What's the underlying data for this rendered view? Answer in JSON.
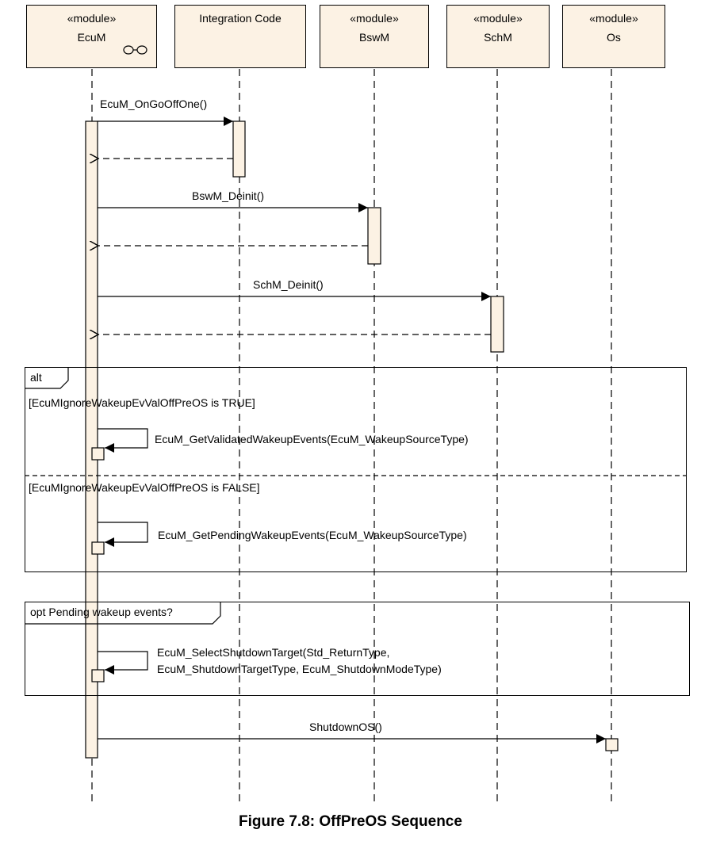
{
  "lifelines": [
    {
      "id": "ecum",
      "stereotype": "«module»",
      "name": "EcuM"
    },
    {
      "id": "integration",
      "stereotype": "",
      "name": "Integration Code"
    },
    {
      "id": "bswm",
      "stereotype": "«module»",
      "name": "BswM"
    },
    {
      "id": "schm",
      "stereotype": "«module»",
      "name": "SchM"
    },
    {
      "id": "os",
      "stereotype": "«module»",
      "name": "Os"
    }
  ],
  "messages": {
    "on_go_off_one": "EcuM_OnGoOffOne()",
    "bswm_deinit": "BswM_Deinit()",
    "schm_deinit": "SchM_Deinit()",
    "get_validated": "EcuM_GetValidatedWakeupEvents(EcuM_WakeupSourceType)",
    "get_pending": "EcuM_GetPendingWakeupEvents(EcuM_WakeupSourceType)",
    "select_shutdown_line1": "EcuM_SelectShutdownTarget(Std_ReturnType,",
    "select_shutdown_line2": "EcuM_ShutdownTargetType, EcuM_ShutdownModeType)",
    "shutdown_os": "ShutdownOS()"
  },
  "fragments": {
    "alt": {
      "label": "alt",
      "guard_true": "[EcuMIgnoreWakeupEvValOffPreOS is TRUE]",
      "guard_false": "[EcuMIgnoreWakeupEvValOffPreOS is FALSE]"
    },
    "opt": {
      "label": "opt Pending wakeup events?"
    }
  },
  "caption": "Figure 7.8: OffPreOS Sequence",
  "colors": {
    "box_fill": "#fcf2e4",
    "line": "#000000"
  }
}
